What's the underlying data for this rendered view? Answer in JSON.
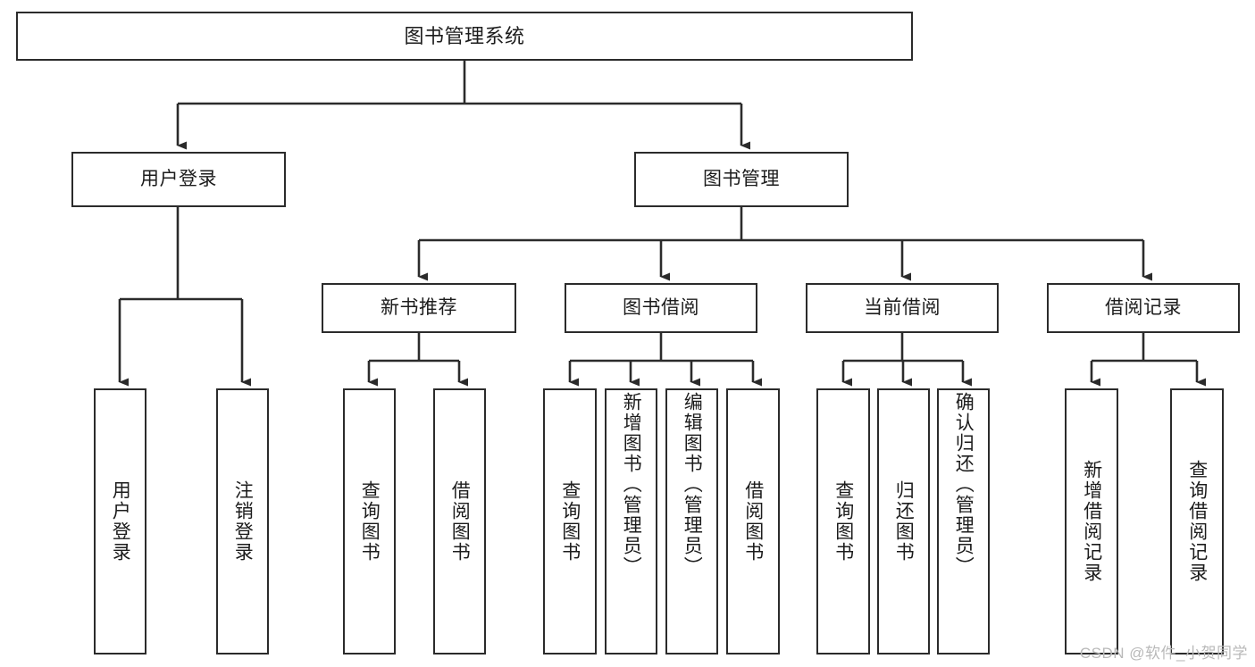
{
  "diagram": {
    "title": "图书管理系统",
    "type": "tree-hierarchy-chart",
    "root": {
      "id": "root",
      "label": "图书管理系统"
    },
    "level2": [
      {
        "id": "user-login",
        "label": "用户登录"
      },
      {
        "id": "book-management",
        "label": "图书管理"
      }
    ],
    "level3": [
      {
        "id": "new-book-recommend",
        "label": "新书推荐",
        "parent": "book-management"
      },
      {
        "id": "book-borrow",
        "label": "图书借阅",
        "parent": "book-management"
      },
      {
        "id": "current-borrow",
        "label": "当前借阅",
        "parent": "book-management"
      },
      {
        "id": "borrow-record",
        "label": "借阅记录",
        "parent": "book-management"
      }
    ],
    "leaves": {
      "user_login": [
        {
          "id": "leaf-user-login",
          "label": "用户登录"
        },
        {
          "id": "leaf-logout-login",
          "label": "注销登录"
        }
      ],
      "new_book_recommend": [
        {
          "id": "leaf-query-book-1",
          "label": "查询图书"
        },
        {
          "id": "leaf-borrow-book-1",
          "label": "借阅图书"
        }
      ],
      "book_borrow": [
        {
          "id": "leaf-query-book-2",
          "label": "查询图书"
        },
        {
          "id": "leaf-add-book",
          "label": "新增图书（管理员）"
        },
        {
          "id": "leaf-edit-book",
          "label": "编辑图书（管理员）"
        },
        {
          "id": "leaf-borrow-book-2",
          "label": "借阅图书"
        }
      ],
      "current_borrow": [
        {
          "id": "leaf-query-book-3",
          "label": "查询图书"
        },
        {
          "id": "leaf-return-book",
          "label": "归还图书"
        },
        {
          "id": "leaf-confirm-return",
          "label": "确认归还（管理员）"
        }
      ],
      "borrow_record": [
        {
          "id": "leaf-add-record",
          "label": "新增借阅记录"
        },
        {
          "id": "leaf-query-record",
          "label": "查询借阅记录"
        }
      ]
    },
    "colors": {
      "stroke": "#2b2b2b",
      "box_fill": "#ffffff",
      "text": "#1c1c1c",
      "background": "#ffffff",
      "watermark": "#b9b9b9"
    }
  },
  "watermark": {
    "text": "CSDN @软件_小贺同学"
  }
}
